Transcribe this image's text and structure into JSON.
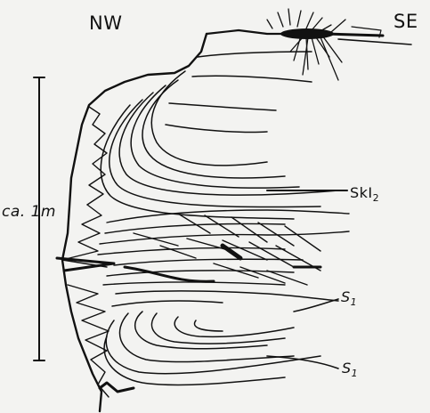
{
  "orientation": {
    "left": "NW",
    "right": "SE"
  },
  "scale": {
    "label": "ca. 1m"
  },
  "layers": [
    {
      "key": "skb",
      "base": "SkI",
      "sub": "2"
    },
    {
      "key": "s1_upper",
      "base": "S",
      "sub": "1"
    },
    {
      "key": "s1_lower",
      "base": "S",
      "sub": "1"
    }
  ],
  "colors": {
    "ink": "#111111",
    "paper": "#f3f3f1"
  }
}
